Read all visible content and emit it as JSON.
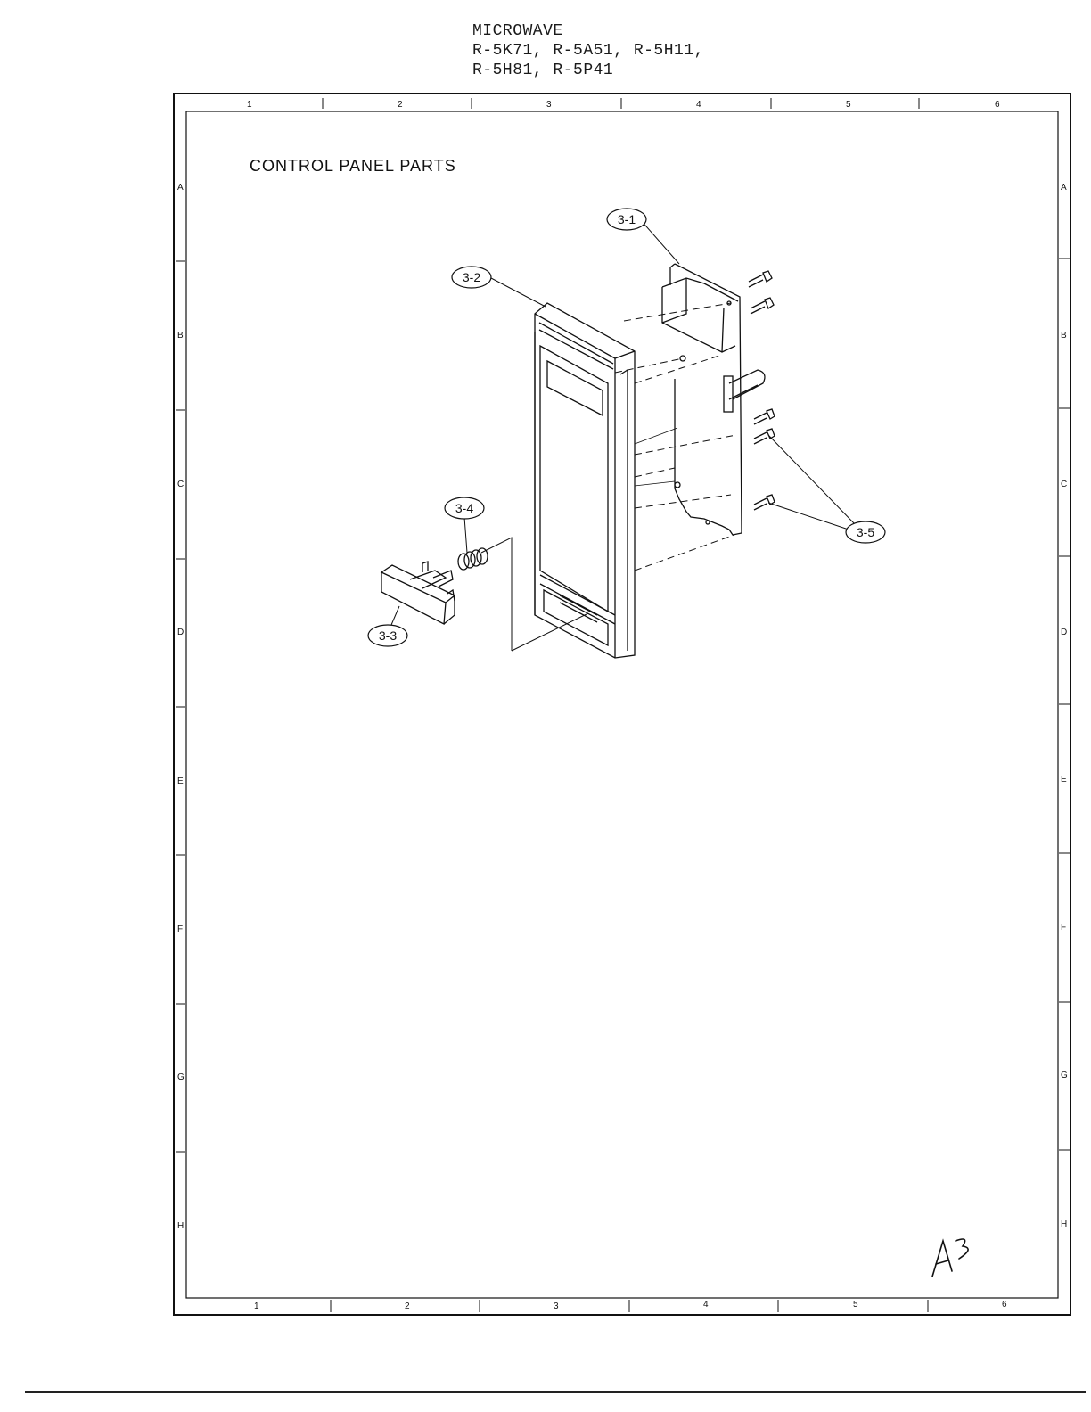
{
  "header": {
    "line1": "MICROWAVE",
    "line2": "R-5K71, R-5A51, R-5H11,",
    "line3": "R-5H81, R-5P41"
  },
  "section_title": "CONTROL PANEL PARTS",
  "grid": {
    "columns": [
      "1",
      "2",
      "3",
      "4",
      "5",
      "6"
    ],
    "rows": [
      "A",
      "B",
      "C",
      "D",
      "E",
      "F",
      "G",
      "H"
    ]
  },
  "callouts": {
    "c31": "3-1",
    "c32": "3-2",
    "c33": "3-3",
    "c34": "3-4",
    "c35": "3-5"
  },
  "handwritten_note": "A3"
}
